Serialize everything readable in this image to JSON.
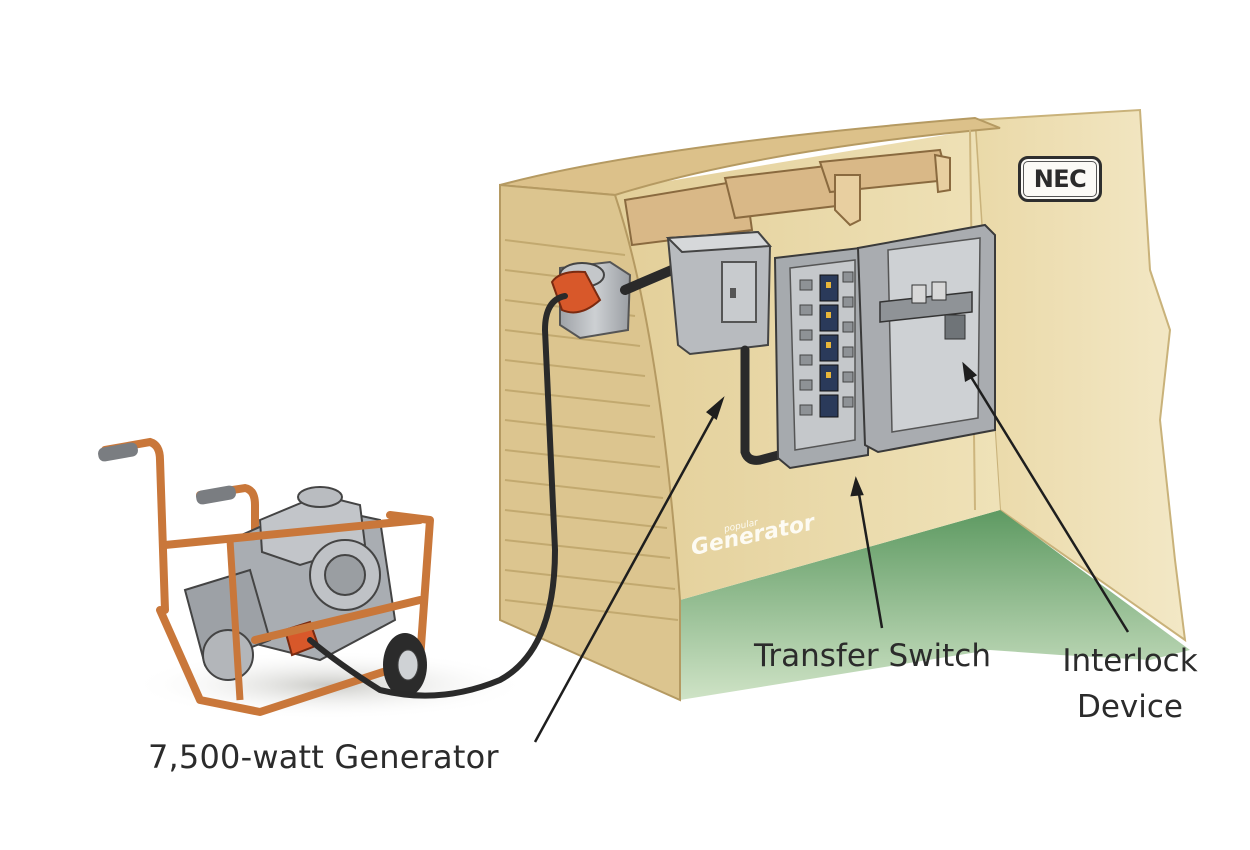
{
  "labels": {
    "generator": "7,500-watt Generator",
    "transfer_switch": "Transfer Switch",
    "interlock_line1": "Interlock",
    "interlock_line2": "Device"
  },
  "badge": {
    "text": "NEC"
  },
  "watermark": {
    "small": "popular",
    "big": "Generator"
  },
  "colors": {
    "wall": "#e6d3a0",
    "siding": "#dcc58f",
    "floor": "#7fae7a",
    "frame": "#c9773a",
    "engine": "#a9adb2",
    "panel": "#b9bcc0",
    "accent_orange": "#d8582a",
    "cable": "#2a2a2a"
  },
  "icons": [
    "nec-badge",
    "generator-illustration",
    "inlet-box-icon",
    "transfer-switch-icon",
    "interlock-panel-icon"
  ]
}
